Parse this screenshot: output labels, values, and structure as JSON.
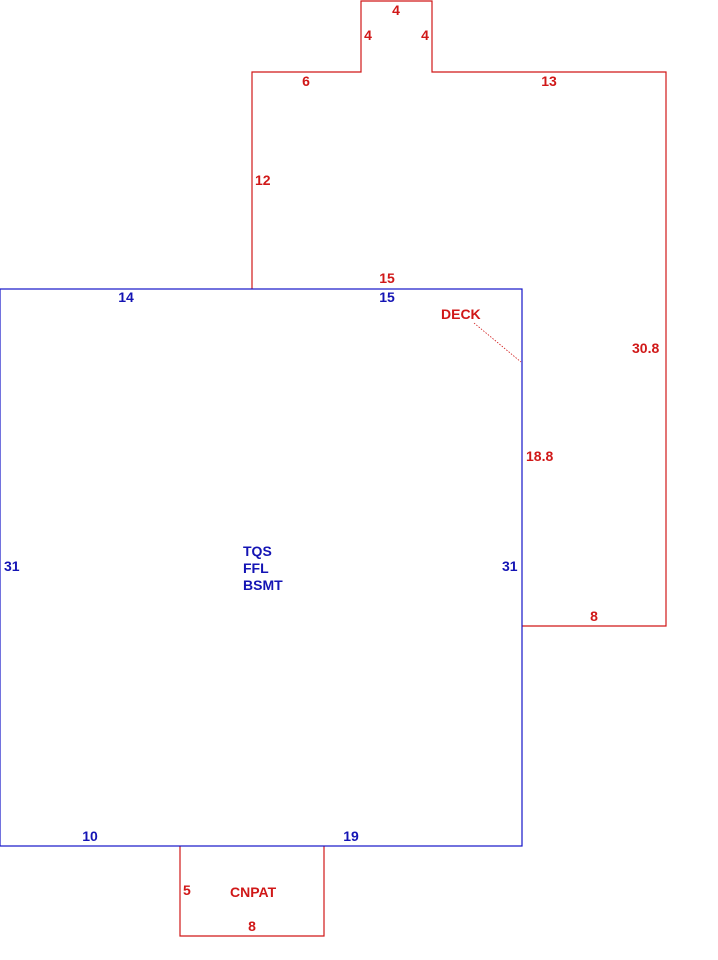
{
  "colors": {
    "main_structure": "#1414c8",
    "additions": "#d01818"
  },
  "main_structure": {
    "label_lines": [
      "TQS",
      "FFL",
      "BSMT"
    ],
    "dims": {
      "top_left": "14",
      "top_right": "15",
      "left": "31",
      "right": "31",
      "bottom_left": "10",
      "bottom_right": "19"
    }
  },
  "deck": {
    "label": "DECK",
    "dims": {
      "stub_top": "4",
      "stub_left": "4",
      "stub_right": "4",
      "top_left": "6",
      "top_right": "13",
      "left": "12",
      "bottom_shared": "15",
      "right": "30.8",
      "inner_right": "18.8",
      "bottom": "8"
    }
  },
  "cnpat": {
    "label": "CNPAT",
    "dims": {
      "left": "5",
      "bottom": "8"
    }
  }
}
